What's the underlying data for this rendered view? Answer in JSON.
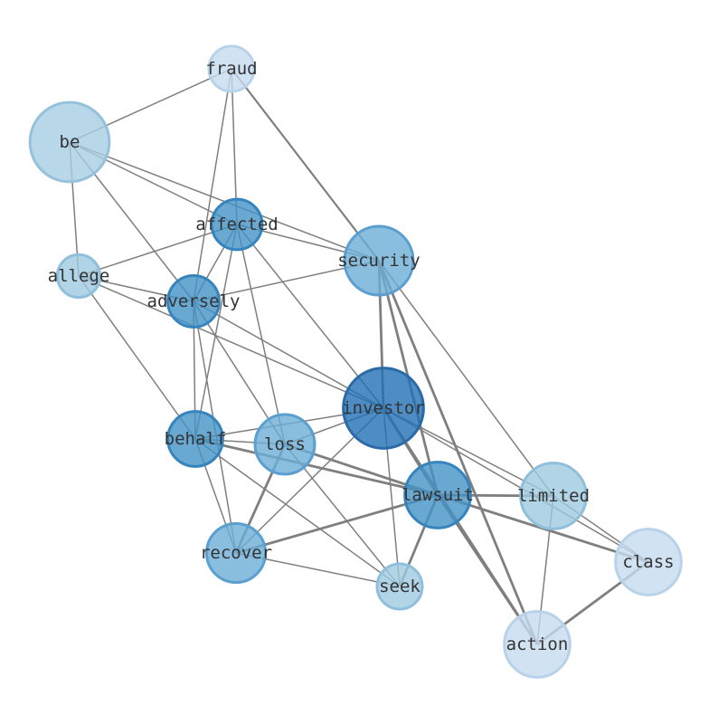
{
  "diagram": {
    "nodes": [
      {
        "id": "fraud",
        "label": "fraud",
        "weight": 1,
        "shade": 0
      },
      {
        "id": "be",
        "label": "be",
        "weight": 6,
        "shade": 2
      },
      {
        "id": "affected",
        "label": "affected",
        "weight": 1.5,
        "shade": 4
      },
      {
        "id": "security",
        "label": "security",
        "weight": 4,
        "shade": 3
      },
      {
        "id": "allege",
        "label": "allege",
        "weight": 0.8,
        "shade": 1
      },
      {
        "id": "adversely",
        "label": "adversely",
        "weight": 1.6,
        "shade": 4
      },
      {
        "id": "investor",
        "label": "investor",
        "weight": 6.2,
        "shade": 5
      },
      {
        "id": "behalf",
        "label": "behalf",
        "weight": 2,
        "shade": 4
      },
      {
        "id": "loss",
        "label": "loss",
        "weight": 2.6,
        "shade": 3
      },
      {
        "id": "lawsuit",
        "label": "lawsuit",
        "weight": 3.5,
        "shade": 4
      },
      {
        "id": "limited",
        "label": "limited",
        "weight": 3.5,
        "shade": 1
      },
      {
        "id": "class",
        "label": "class",
        "weight": 3.5,
        "shade": 0
      },
      {
        "id": "recover",
        "label": "recover",
        "weight": 2.5,
        "shade": 3
      },
      {
        "id": "seek",
        "label": "seek",
        "weight": 1,
        "shade": 1
      },
      {
        "id": "action",
        "label": "action",
        "weight": 3.5,
        "shade": 0
      }
    ],
    "edges": [
      [
        "fraud",
        "be",
        1.5
      ],
      [
        "fraud",
        "affected",
        1.5
      ],
      [
        "fraud",
        "adversely",
        1.5
      ],
      [
        "fraud",
        "security",
        2.2
      ],
      [
        "be",
        "affected",
        1.5
      ],
      [
        "be",
        "security",
        1.5
      ],
      [
        "be",
        "allege",
        1.5
      ],
      [
        "be",
        "adversely",
        1.5
      ],
      [
        "affected",
        "security",
        1.5
      ],
      [
        "affected",
        "allege",
        1.5
      ],
      [
        "affected",
        "adversely",
        1.5
      ],
      [
        "affected",
        "behalf",
        1.5
      ],
      [
        "affected",
        "investor",
        1.5
      ],
      [
        "affected",
        "loss",
        1.5
      ],
      [
        "security",
        "adversely",
        1.5
      ],
      [
        "security",
        "investor",
        2.8
      ],
      [
        "security",
        "lawsuit",
        2.8
      ],
      [
        "security",
        "limited",
        1.5
      ],
      [
        "security",
        "action",
        2.8
      ],
      [
        "allege",
        "adversely",
        1.5
      ],
      [
        "allege",
        "investor",
        1.5
      ],
      [
        "allege",
        "behalf",
        1.5
      ],
      [
        "adversely",
        "investor",
        1.5
      ],
      [
        "adversely",
        "behalf",
        1.5
      ],
      [
        "adversely",
        "loss",
        1.5
      ],
      [
        "adversely",
        "recover",
        1.5
      ],
      [
        "investor",
        "behalf",
        1.5
      ],
      [
        "investor",
        "loss",
        1.5
      ],
      [
        "investor",
        "lawsuit",
        2.8
      ],
      [
        "investor",
        "limited",
        1.5
      ],
      [
        "investor",
        "class",
        1.5
      ],
      [
        "investor",
        "recover",
        1.5
      ],
      [
        "investor",
        "seek",
        1.5
      ],
      [
        "investor",
        "action",
        2.8
      ],
      [
        "behalf",
        "loss",
        1.5
      ],
      [
        "behalf",
        "lawsuit",
        2.8
      ],
      [
        "behalf",
        "recover",
        1.5
      ],
      [
        "behalf",
        "seek",
        1.5
      ],
      [
        "loss",
        "lawsuit",
        2.8
      ],
      [
        "loss",
        "recover",
        2.8
      ],
      [
        "loss",
        "seek",
        1.5
      ],
      [
        "lawsuit",
        "limited",
        2.8
      ],
      [
        "lawsuit",
        "class",
        2.8
      ],
      [
        "lawsuit",
        "recover",
        2.8
      ],
      [
        "lawsuit",
        "seek",
        2.8
      ],
      [
        "lawsuit",
        "action",
        2.8
      ],
      [
        "limited",
        "class",
        1.5
      ],
      [
        "limited",
        "action",
        1.5
      ],
      [
        "class",
        "action",
        2.8
      ],
      [
        "recover",
        "seek",
        1.5
      ]
    ],
    "palette": {
      "fills": [
        "#c6dbef",
        "#9ecae1",
        "#a6cde3",
        "#6baed6",
        "#4292c6",
        "#2171b5"
      ],
      "edge": "#7f7f7f",
      "label": "#333333"
    }
  }
}
